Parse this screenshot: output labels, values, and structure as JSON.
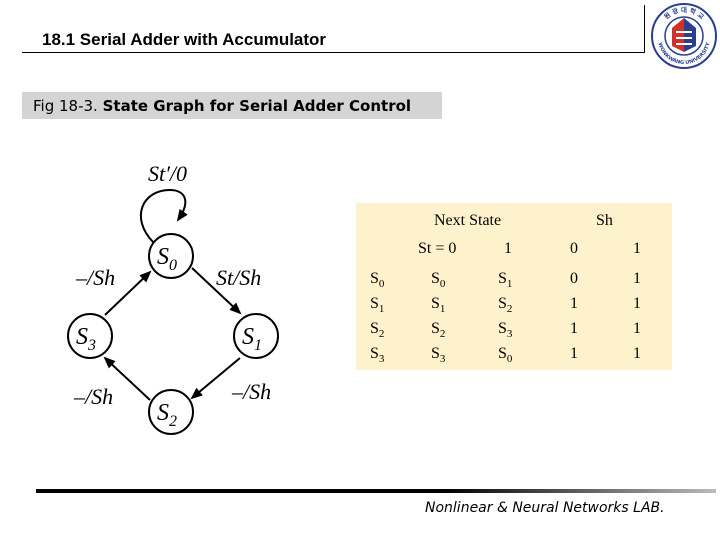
{
  "header": {
    "title": "18.1 Serial Adder with Accumulator"
  },
  "caption": {
    "prefix": "Fig 18-3.",
    "text": "State Graph for Serial Adder Control"
  },
  "graph": {
    "nodes": [
      {
        "id": "S0",
        "base": "S",
        "sub": "0"
      },
      {
        "id": "S1",
        "base": "S",
        "sub": "1"
      },
      {
        "id": "S2",
        "base": "S",
        "sub": "2"
      },
      {
        "id": "S3",
        "base": "S",
        "sub": "3"
      }
    ],
    "edges": [
      {
        "from": "S0",
        "to": "S0",
        "label": "St′/0"
      },
      {
        "from": "S0",
        "to": "S1",
        "label": "St/Sh"
      },
      {
        "from": "S1",
        "to": "S2",
        "label": "–/Sh"
      },
      {
        "from": "S2",
        "to": "S3",
        "label": "–/Sh"
      },
      {
        "from": "S3",
        "to": "S0",
        "label": "–/Sh"
      }
    ]
  },
  "table": {
    "group_headers": {
      "next_state": "Next State",
      "sh": "Sh"
    },
    "sub_headers": {
      "st0": "St = 0",
      "st1": "1",
      "sh0": "0",
      "sh1": "1"
    },
    "rows": [
      {
        "state": "S",
        "state_sub": "0",
        "ns0": "S",
        "ns0_sub": "0",
        "ns1": "S",
        "ns1_sub": "1",
        "sh0": "0",
        "sh1": "1"
      },
      {
        "state": "S",
        "state_sub": "1",
        "ns0": "S",
        "ns0_sub": "1",
        "ns1": "S",
        "ns1_sub": "2",
        "sh0": "1",
        "sh1": "1"
      },
      {
        "state": "S",
        "state_sub": "2",
        "ns0": "S",
        "ns0_sub": "2",
        "ns1": "S",
        "ns1_sub": "3",
        "sh0": "1",
        "sh1": "1"
      },
      {
        "state": "S",
        "state_sub": "3",
        "ns0": "S",
        "ns0_sub": "3",
        "ns1": "S",
        "ns1_sub": "0",
        "sh0": "1",
        "sh1": "1"
      }
    ]
  },
  "footer": {
    "text": "Nonlinear & Neural Networks LAB."
  },
  "logo": {
    "top_text": "원 광 대 학 교",
    "bottom_text": "WONKWANG UNIVERSITY",
    "colors": {
      "ring": "#2a3f8f",
      "red": "#d0312d",
      "blue": "#2a3f8f"
    }
  }
}
